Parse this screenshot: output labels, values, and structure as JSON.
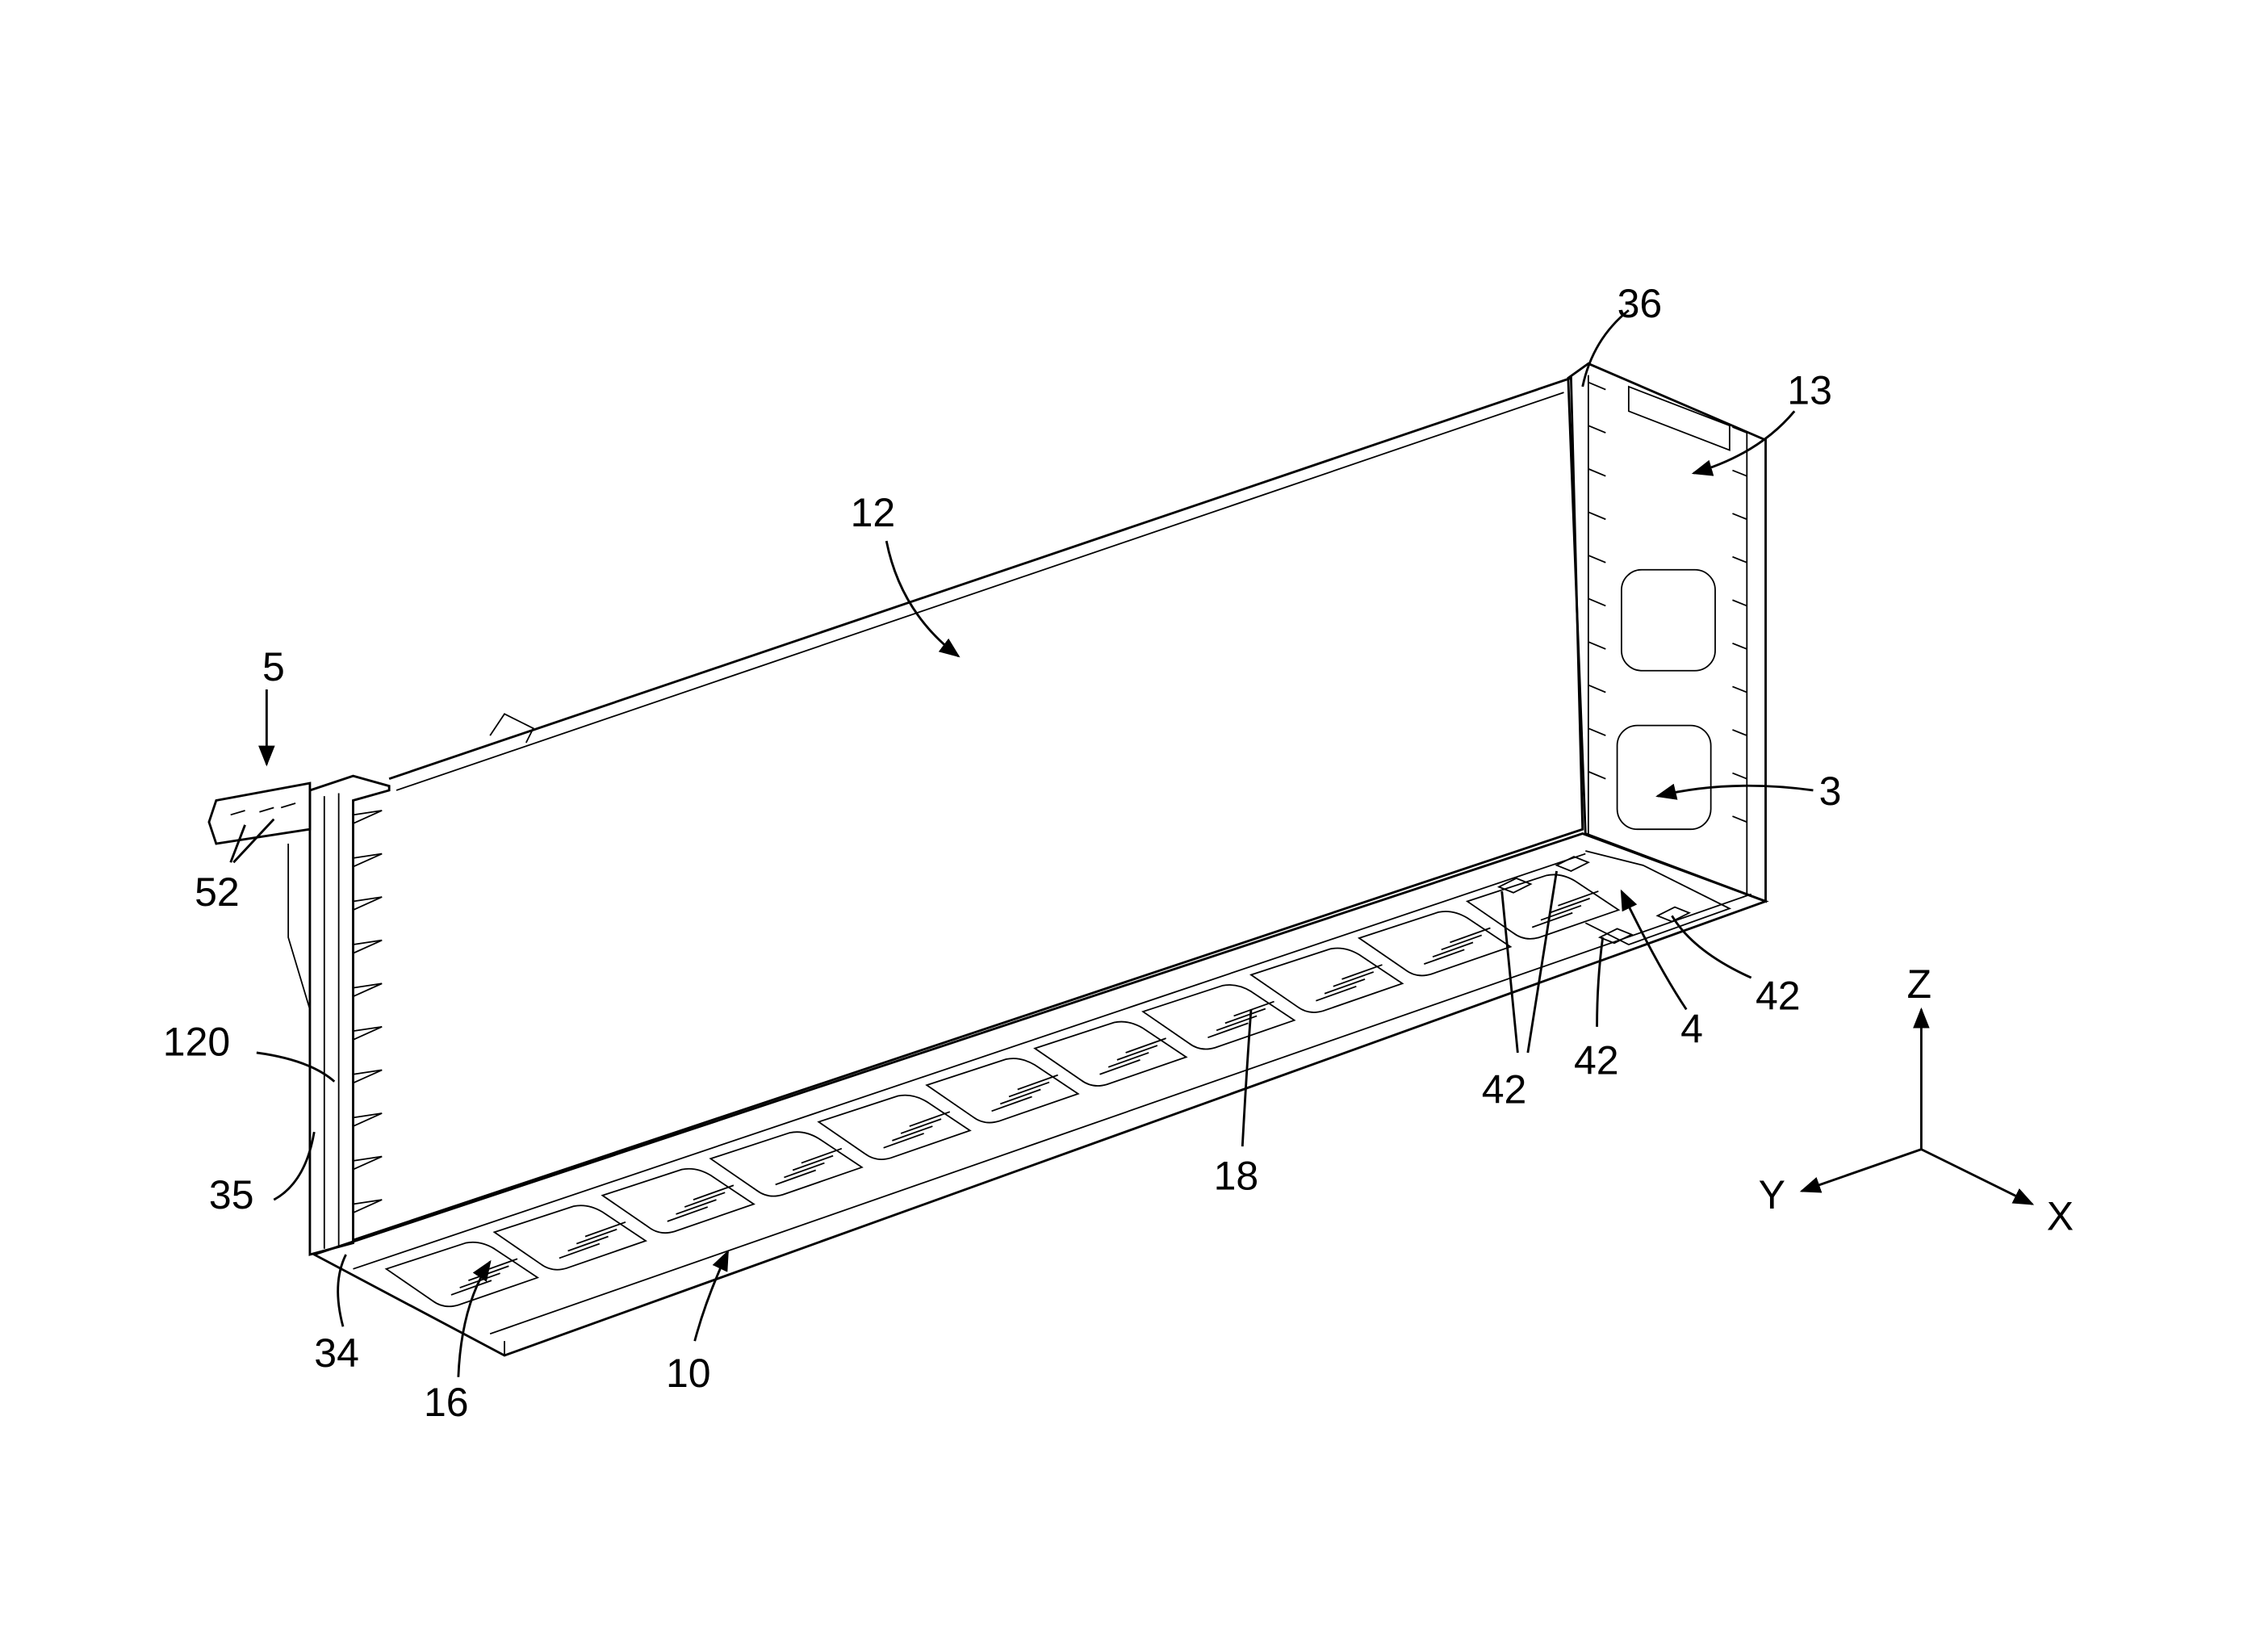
{
  "figure": {
    "reference_numerals": {
      "n36": "36",
      "n13": "13",
      "n12": "12",
      "n5": "5",
      "n3": "3",
      "n52": "52",
      "n120": "120",
      "n35": "35",
      "n34": "34",
      "n16": "16",
      "n10": "10",
      "n18": "18",
      "n4": "4",
      "n42a": "42",
      "n42b": "42",
      "n42c": "42"
    },
    "axes": {
      "z": "Z",
      "y": "Y",
      "x": "X"
    },
    "tray_cells": 11,
    "line_color": "#000000",
    "background": "#ffffff"
  }
}
